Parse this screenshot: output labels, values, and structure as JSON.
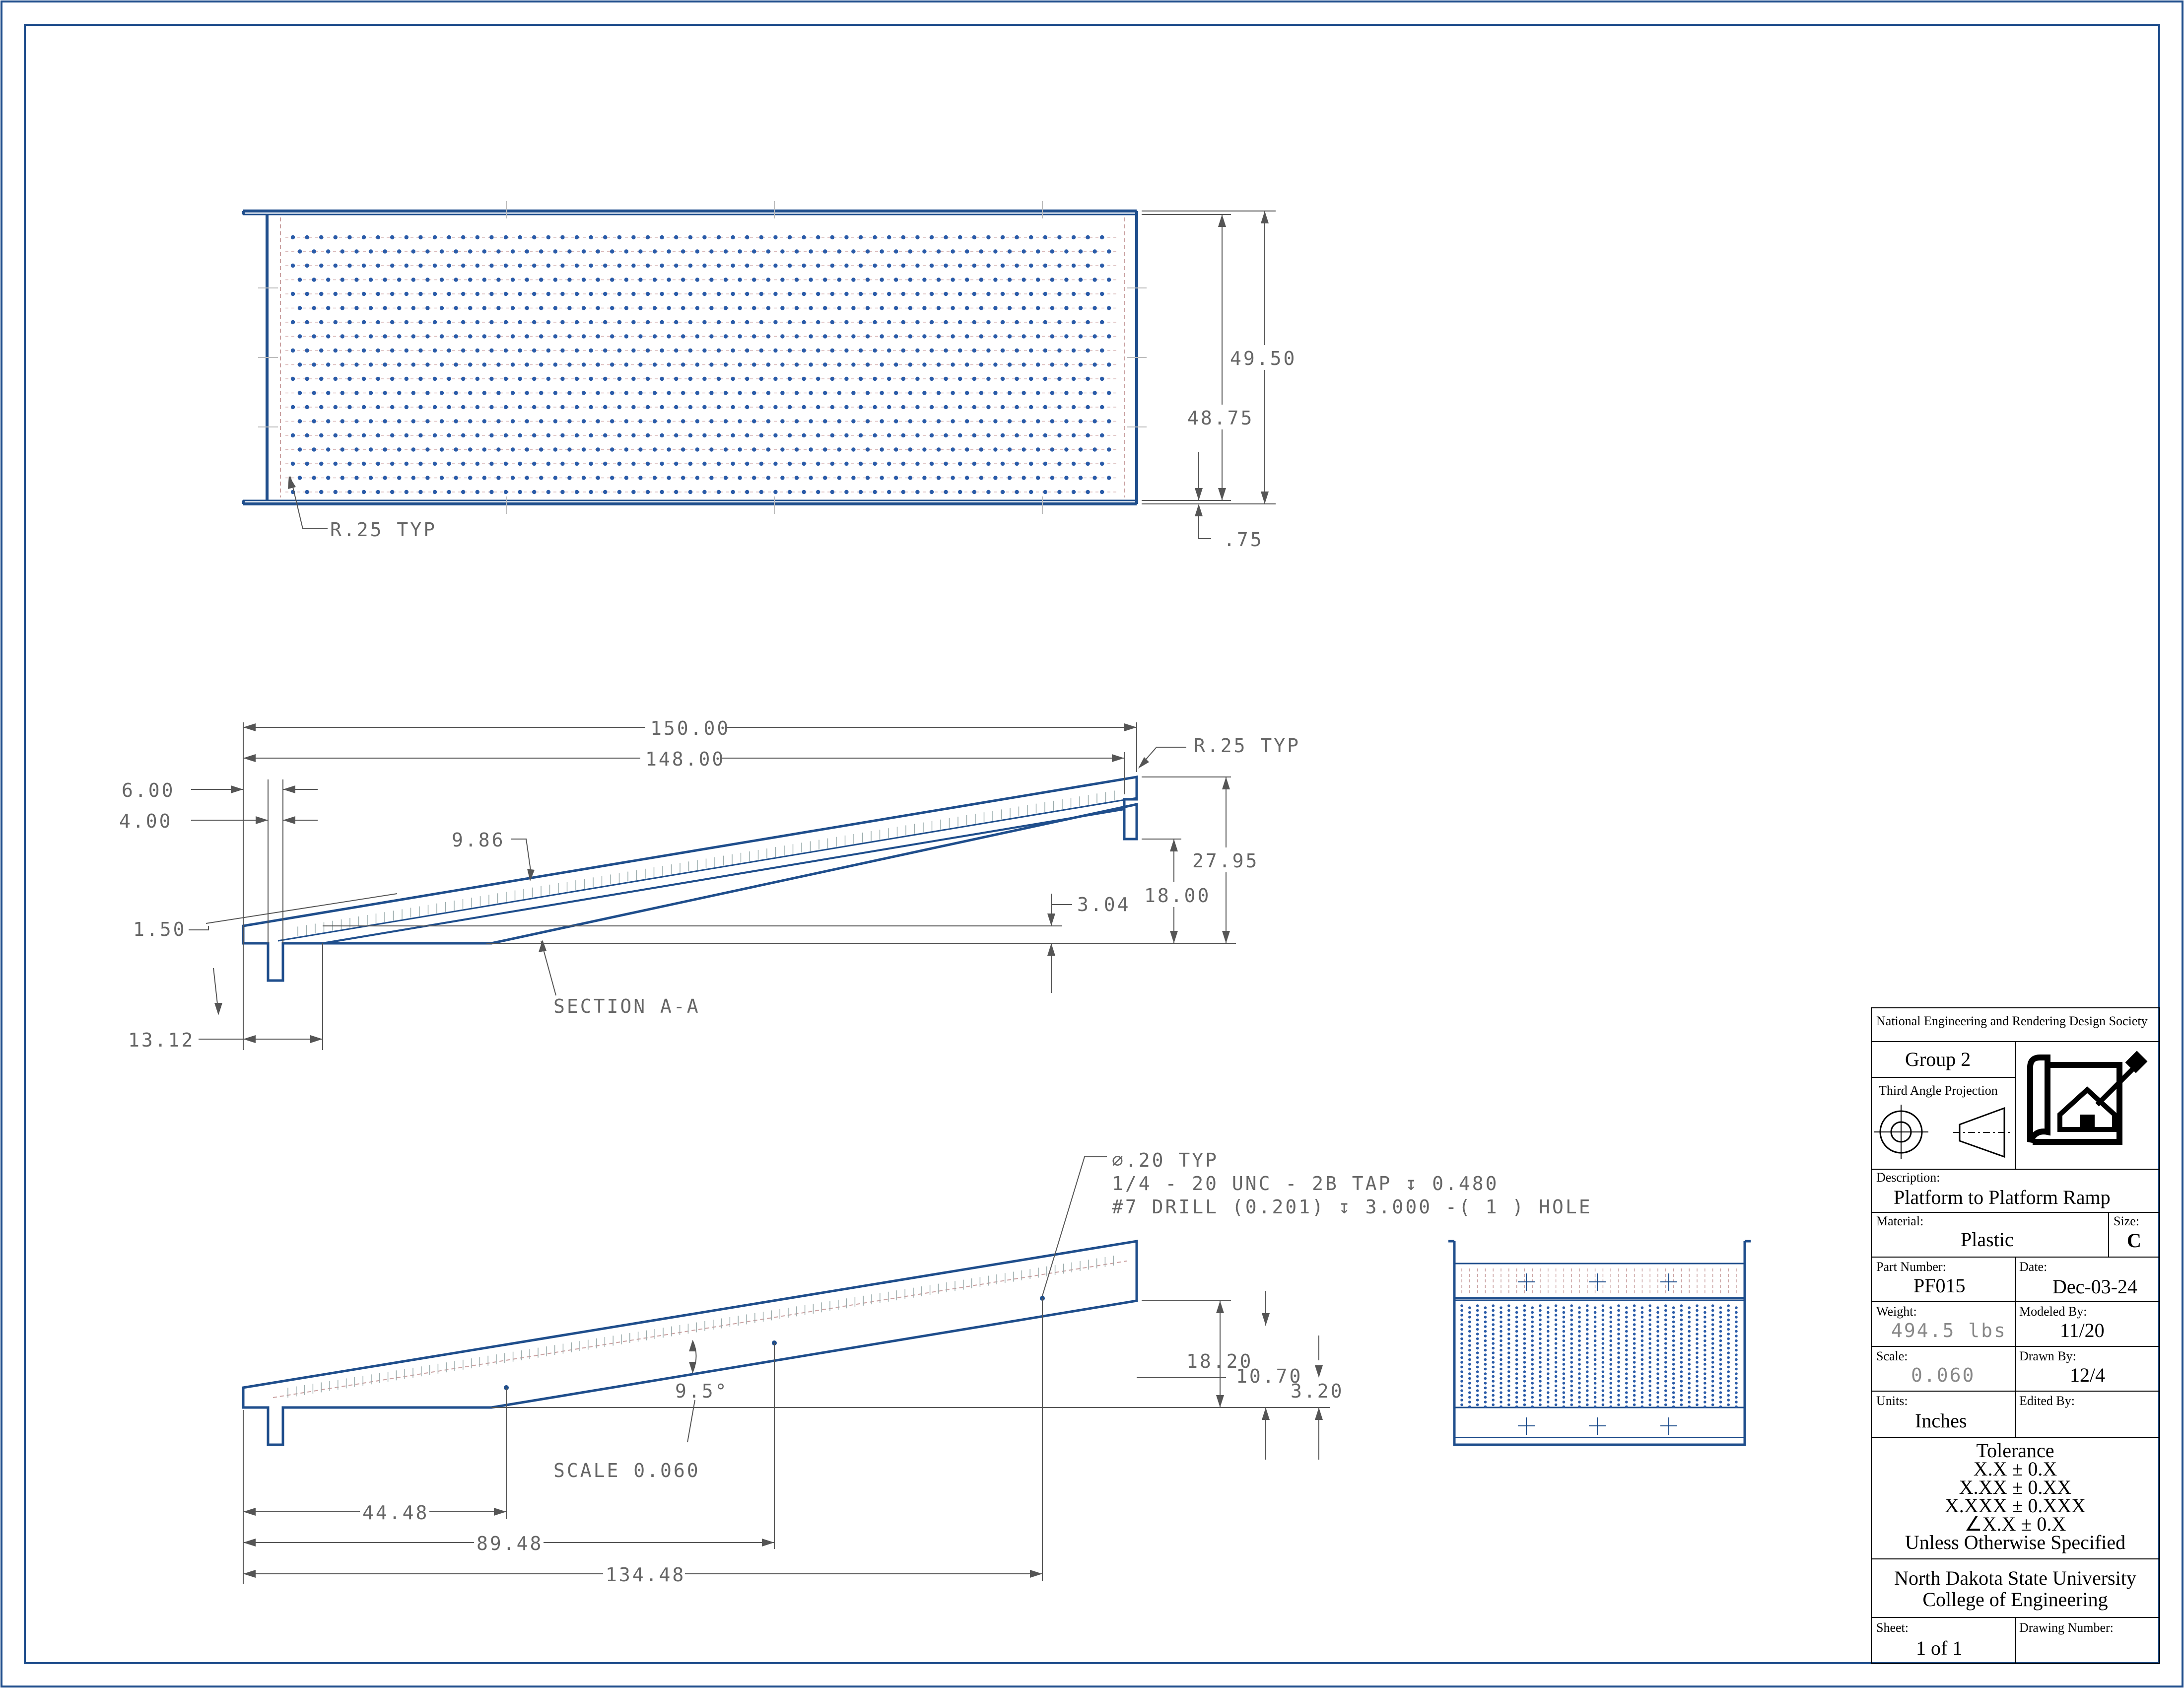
{
  "top_view": {
    "dim_49_50": "49.50",
    "dim_48_75": "48.75",
    "dim_75": ".75",
    "radius_note": "R.25 TYP"
  },
  "section_view": {
    "dim_150": "150.00",
    "dim_148": "148.00",
    "radius_note": "R.25 TYP",
    "dim_6": "6.00",
    "dim_4": "4.00",
    "dim_9_86": "9.86",
    "dim_27_95": "27.95",
    "dim_18": "18.00",
    "dim_3_04": "3.04",
    "dim_1_50": "1.50",
    "dim_13_12": "13.12",
    "section_label": "SECTION A-A"
  },
  "side_view": {
    "hole_note_1": "∅.20 TYP",
    "hole_note_2": "1/4 - 20 UNC - 2B TAP  ↧ 0.480",
    "hole_note_3": "#7 DRILL (0.201) ↧ 3.000 -( 1 ) HOLE",
    "dim_18_20": "18.20",
    "dim_10_70": "10.70",
    "dim_3_20": "3.20",
    "angle": "9.5°",
    "scale_label": "SCALE 0.060",
    "dim_44_48": "44.48",
    "dim_89_48": "89.48",
    "dim_134_48": "134.48"
  },
  "title_block": {
    "society": "National Engineering and Rendering Design Society",
    "group": "Group 2",
    "projection": "Third Angle Projection",
    "description_label": "Description:",
    "description": "Platform to Platform Ramp",
    "material_label": "Material:",
    "material": "Plastic",
    "size_label": "Size:",
    "size": "C",
    "part_number_label": "Part Number:",
    "part_number": "PF015",
    "date_label": "Date:",
    "date": "Dec-03-24",
    "weight_label": "Weight:",
    "weight": "494.5 lbs",
    "modeled_by_label": "Modeled By:",
    "modeled_by": "11/20",
    "scale_label": "Scale:",
    "scale": "0.060",
    "drawn_by_label": "Drawn By:",
    "drawn_by": "12/4",
    "units_label": "Units:",
    "units": "Inches",
    "edited_by_label": "Edited By:",
    "tolerance_title": "Tolerance",
    "tol_1": "X.X ± 0.X",
    "tol_2": "X.XX ± 0.XX",
    "tol_3": "X.XXX ± 0.XXX",
    "tol_4": "∠X.X ± 0.X",
    "tol_note": "Unless Otherwise Specified",
    "university": "North Dakota State University",
    "college": "College of Engineering",
    "sheet_label": "Sheet:",
    "sheet": "1 of 1",
    "drawing_number_label": "Drawing Number:"
  },
  "colors": {
    "line": "#1f4e8c",
    "dim": "#666666",
    "hole": "#2a5ba8"
  }
}
